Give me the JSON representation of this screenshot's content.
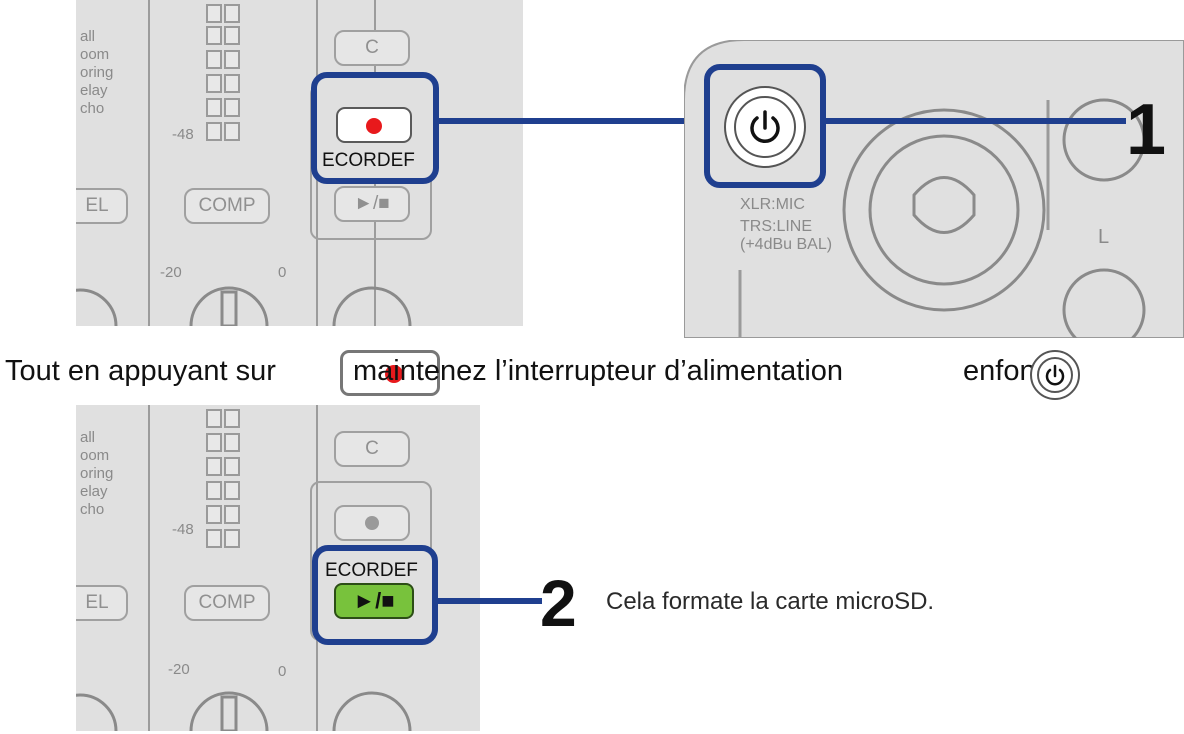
{
  "panel_top": {
    "menu": [
      "all",
      "oom",
      "oring",
      "elay",
      "cho"
    ],
    "meter_label": "-48",
    "btn_c": "C",
    "btn_sel": "EL",
    "btn_comp": "COMP",
    "recorder_label": "ECORDEF",
    "play_stop": "►/■",
    "knob_min": "-20",
    "knob_max": "0"
  },
  "panel_right": {
    "power_icon": "power-icon",
    "input_text_1": "XLR:MIC",
    "input_text_2": "TRS:LINE",
    "input_text_3": "(+4dBu BAL)",
    "channel_l": "L"
  },
  "step1": {
    "number": "1",
    "text_a": "Tout en appuyant sur",
    "text_b": "maintenez l’interrupteur d’alimentation",
    "text_c": "enfoncé"
  },
  "panel_bottom": {
    "menu": [
      "all",
      "oom",
      "oring",
      "elay",
      "cho"
    ],
    "meter_label": "-48",
    "btn_c": "C",
    "btn_sel": "EL",
    "btn_comp": "COMP",
    "recorder_label": "ECORDEF",
    "play_stop": "►/■",
    "knob_min": "-20",
    "knob_max": "0"
  },
  "step2": {
    "number": "2",
    "caption": "Cela formate la carte microSD."
  },
  "colors": {
    "highlight": "#1f3f8f",
    "rec_red": "#e8191c",
    "play_green": "#78c23c"
  }
}
